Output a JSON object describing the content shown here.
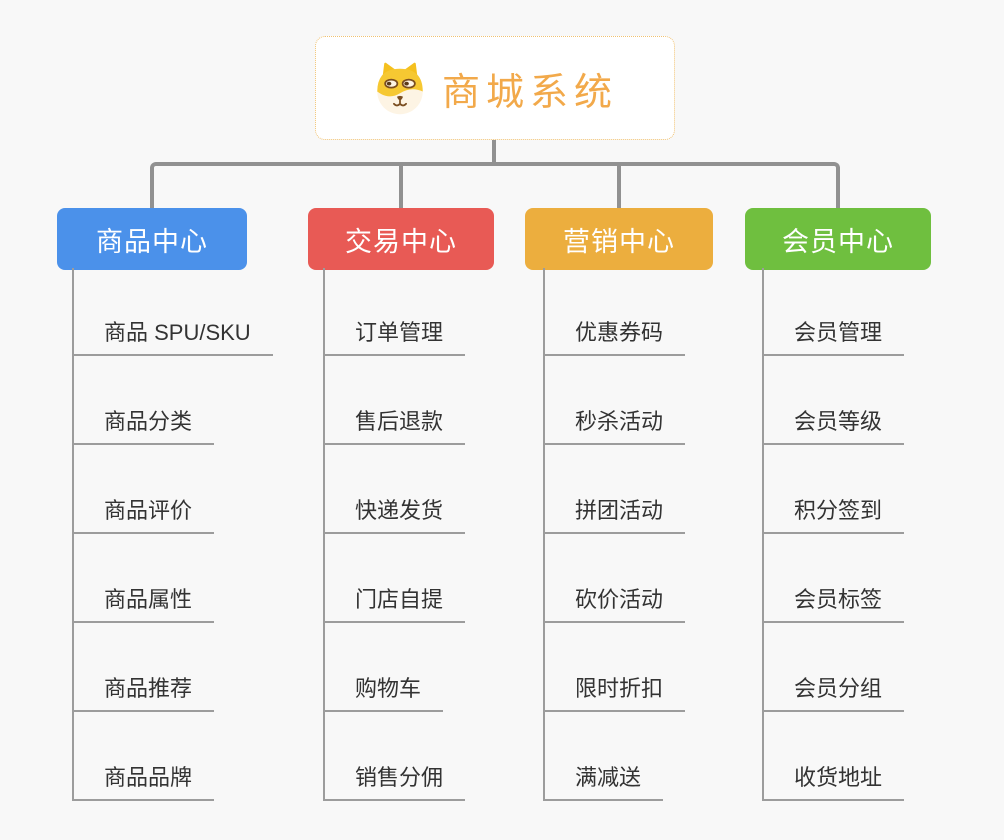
{
  "page": {
    "background_color": "#f8f8f8",
    "connector_color": "#919191"
  },
  "root": {
    "title": "商城系统",
    "icon": "shiba-dog-icon",
    "text_color": "#f2a94a",
    "border_color": "#f0c273"
  },
  "branches": [
    {
      "label": "商品中心",
      "color": "#4b91ea",
      "items": [
        "商品 SPU/SKU",
        "商品分类",
        "商品评价",
        "商品属性",
        "商品推荐",
        "商品品牌"
      ]
    },
    {
      "label": "交易中心",
      "color": "#e85a55",
      "items": [
        "订单管理",
        "售后退款",
        "快递发货",
        "门店自提",
        "购物车",
        "销售分佣"
      ]
    },
    {
      "label": "营销中心",
      "color": "#ecae3e",
      "items": [
        "优惠券码",
        "秒杀活动",
        "拼团活动",
        "砍价活动",
        "限时折扣",
        "满减送"
      ]
    },
    {
      "label": "会员中心",
      "color": "#6fbf3f",
      "items": [
        "会员管理",
        "会员等级",
        "积分签到",
        "会员标签",
        "会员分组",
        "收货地址"
      ]
    }
  ]
}
